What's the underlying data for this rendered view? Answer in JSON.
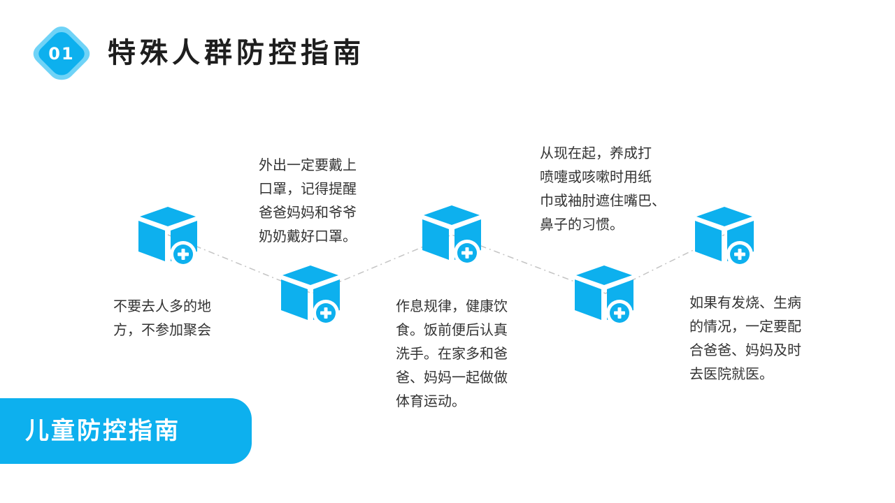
{
  "header": {
    "number": "01",
    "title": "特殊人群防控指南"
  },
  "items": [
    {
      "text_lines": [
        "不要去人多的地",
        "方，不参加聚会"
      ]
    },
    {
      "text_lines": [
        "外出一定要戴上",
        "口罩，记得提醒",
        "爸爸妈妈和爷爷",
        "奶奶戴好口罩。"
      ]
    },
    {
      "text_lines": [
        "作息规律，健康饮",
        "食。饭前便后认真",
        "洗手。在家多和爸",
        "爸、妈妈一起做做",
        "体育运动。"
      ]
    },
    {
      "text_lines": [
        "从现在起，养成打",
        "喷嚏或咳嗽时用纸",
        "巾或袖肘遮住嘴巴、",
        "鼻子的习惯。"
      ]
    },
    {
      "text_lines": [
        "如果有发烧、生病",
        "的情况，一定要配",
        "合爸爸、妈妈及时",
        "去医院就医。"
      ]
    }
  ],
  "icons": {
    "box": "box-icon",
    "plus": "plus-badge-icon"
  },
  "banner": {
    "label": "儿童防控指南"
  },
  "colors": {
    "accent": "#0db0ee",
    "accent_light": "#6fd3f7",
    "title": "#1e1e1e",
    "text": "#333333",
    "connector": "#c4c4c4"
  }
}
